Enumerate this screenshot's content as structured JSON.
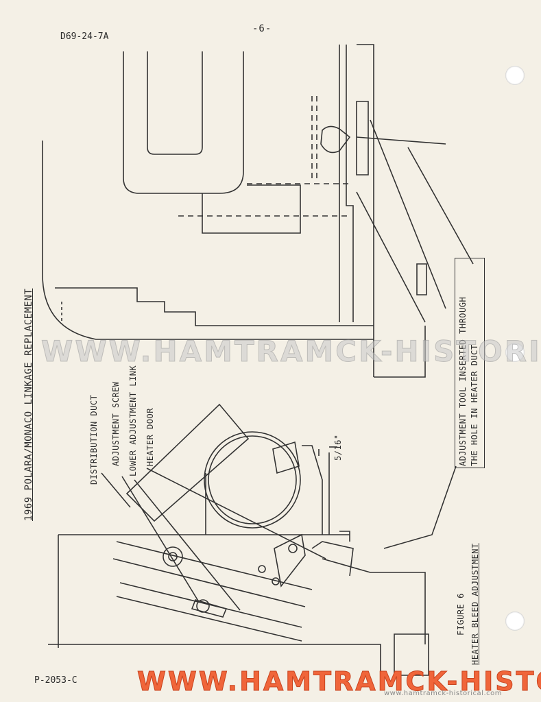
{
  "header": {
    "doc_id": "D69-24-7A",
    "page_number": "-6-"
  },
  "title": "1969 POLARA/MONACO LINKAGE REPLACEMENT",
  "labels": {
    "distribution_duct": "DISTRIBUTION DUCT",
    "adjustment_screw": "ADJUSTMENT SCREW",
    "lower_adjustment_link": "LOWER ADJUSTMENT LINK",
    "heater_door": "HEATER DOOR",
    "dimension": "5/16\""
  },
  "callout": {
    "line1": "ADJUSTMENT TOOL INSERTED THROUGH",
    "line2": "THE HOLE IN HEATER DUCT"
  },
  "figure": {
    "number": "FIGURE 6",
    "caption": "HEATER BLEED ADJUSTMENT"
  },
  "footer": {
    "part_number": "P-2053-C"
  },
  "watermarks": {
    "main": "WWW.HAMTRAMCK-HISTORICAL.COM",
    "small": "www.hamtramck-historical.com"
  }
}
